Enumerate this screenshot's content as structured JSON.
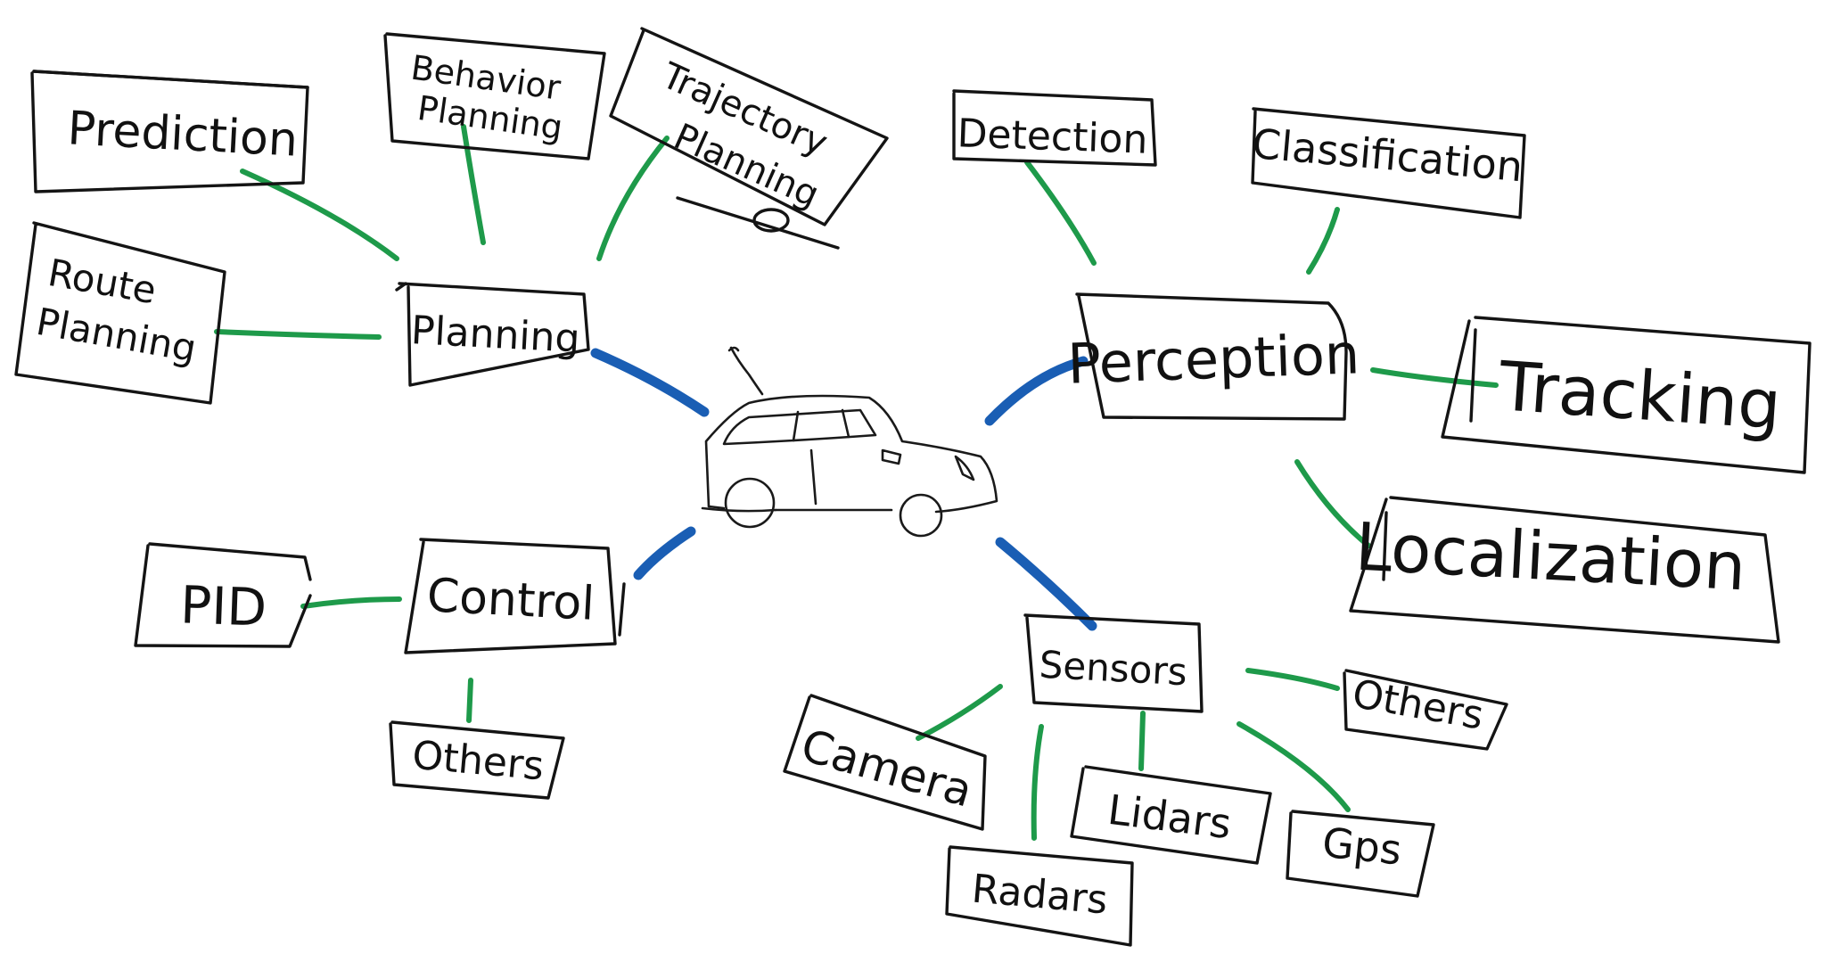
{
  "colors": {
    "ink": "#141414",
    "primary_link": "#1a5eb4",
    "secondary_link": "#1e9a4a"
  },
  "center": {
    "icon": "car-icon"
  },
  "nodes": {
    "planning": "Planning",
    "perception": "Perception",
    "control": "Control",
    "sensors": "Sensors",
    "prediction": "Prediction",
    "behavior_planning": [
      "Behavior",
      "Planning"
    ],
    "trajectory_planning": [
      "Trajectory",
      "Planning"
    ],
    "route_planning": [
      "Route",
      "Planning"
    ],
    "detection": "Detection",
    "classification": "Classification",
    "tracking": "Tracking",
    "localization": "Localization",
    "pid": "PID",
    "control_others": "Others",
    "camera": "Camera",
    "radars": "Radars",
    "lidars": "Lidars",
    "gps": "Gps",
    "sensor_others": "Others"
  }
}
